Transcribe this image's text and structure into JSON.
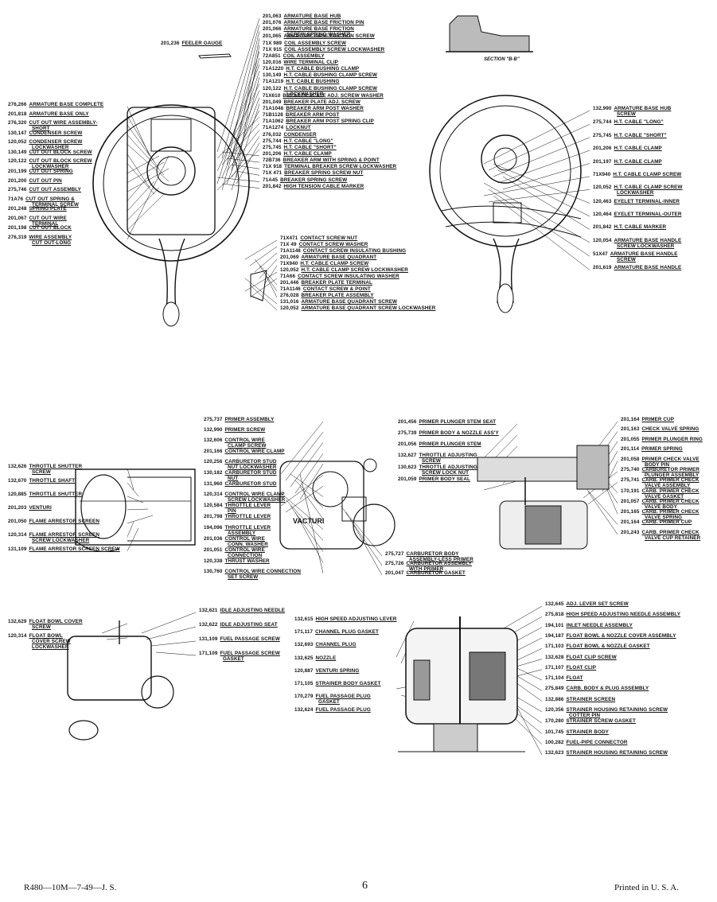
{
  "groups": {
    "feeler": [
      {
        "pn": "201,236",
        "desc": "FEELER GAUGE"
      }
    ],
    "mag_left": [
      {
        "pn": "276,266",
        "desc": "ARMATURE BASE COMPLETE"
      },
      {
        "pn": "201,818",
        "desc": "ARMATURE BASE ONLY"
      },
      {
        "pn": "276,320",
        "desc": "CUT OUT WIRE ASSEMBLY-",
        "desc2": "SHORT"
      },
      {
        "pn": "130,147",
        "desc": "CONDENSER SCREW"
      },
      {
        "pn": "120,052",
        "desc": "CONDENSER SCREW",
        "desc2": "LOCKWASHER"
      },
      {
        "pn": "130,149",
        "desc": "CUT OUT BLOCK SCREW"
      },
      {
        "pn": "120,122",
        "desc": "CUT OUT BLOCK SCREW",
        "desc2": "LOCKWASHER"
      },
      {
        "pn": "201,199",
        "desc": "CUT OUT SPRING"
      },
      {
        "pn": "201,200",
        "desc": "CUT OUT PIN"
      },
      {
        "pn": "275,746",
        "desc": "CUT OUT ASSEMBLY"
      },
      {
        "pn": "71A76",
        "desc": "CUT OUT SPRING &",
        "desc2": "TERMINAL SCREW"
      },
      {
        "pn": "201,248",
        "desc": "SPRING PLATE"
      },
      {
        "pn": "201,067",
        "desc": "CUT OUT WIRE",
        "desc2": "TERMINAL"
      },
      {
        "pn": "201,198",
        "desc": "CUT OUT BLOCK"
      },
      {
        "pn": "276,319",
        "desc": "WIRE ASSEMBLY",
        "desc2": "CUT OUT-LONG"
      }
    ],
    "mag_center": [
      {
        "pn": "201,063",
        "desc": "ARMATURE BASE HUB"
      },
      {
        "pn": "201,076",
        "desc": "ARMATURE BASE FRICTION PIN"
      },
      {
        "pn": "201,066",
        "desc": "ARMATURE BASE FRICTION",
        "desc2": "SCREW SPRING WASHER"
      },
      {
        "pn": "201,065",
        "desc": "ARMATURE BASE FRICTION SCREW"
      },
      {
        "pn": "71X 989",
        "desc": "COIL ASSEMBLY SCREW"
      },
      {
        "pn": "71X 915",
        "desc": "COIL ASSEMBLY SCREW LOCKWASHER"
      },
      {
        "pn": "72A851",
        "desc": "COIL ASSEMBLY"
      },
      {
        "pn": "120,016",
        "desc": "WIRE TERMINAL CLIP"
      },
      {
        "pn": "71A1220",
        "desc": "H.T. CABLE BUSHING CLAMP"
      },
      {
        "pn": "130,149",
        "desc": "H.T. CABLE BUSHING CLAMP SCREW"
      },
      {
        "pn": "71A1219",
        "desc": "H.T. CABLE BUSHING"
      },
      {
        "pn": "120,122",
        "desc": "H.T. CABLE BUSHING CLAMP SCREW",
        "desc2": "LOCKWASHER"
      },
      {
        "pn": "71X610",
        "desc": "BREAKER PLATE ADJ. SCREW WASHER"
      },
      {
        "pn": "201,049",
        "desc": "BREAKER PLATE ADJ. SCREW"
      },
      {
        "pn": "71A1048",
        "desc": "BREAKER ARM POST WASHER"
      },
      {
        "pn": "71B1128",
        "desc": "BREAKER ARM POST"
      },
      {
        "pn": "71A1062",
        "desc": "BREAKER ARM POST SPRING CLIP"
      },
      {
        "pn": "71A1274",
        "desc": "LOCKNUT"
      },
      {
        "pn": "276,032",
        "desc": "CONDENSER"
      },
      {
        "pn": "275,744",
        "desc": "H.T. CABLE \"LONG\""
      },
      {
        "pn": "275,745",
        "desc": "H.T. CABLE \"SHORT\""
      },
      {
        "pn": "201,206",
        "desc": "H.T. CABLE CLAMP"
      },
      {
        "pn": "72B736",
        "desc": "BREAKER ARM WITH SPRING & POINT"
      },
      {
        "pn": "71X 918",
        "desc": "TERMINAL BREAKER SCREW LOCKWASHER"
      },
      {
        "pn": "71X 471",
        "desc": "BREAKER SPRING SCREW NUT"
      },
      {
        "pn": "71A45",
        "desc": "BREAKER SPRING SCREW"
      },
      {
        "pn": "201,842",
        "desc": "HIGH TENSION CABLE MARKER"
      }
    ],
    "mag_center2": [
      {
        "pn": "71X471",
        "desc": "CONTACT SCREW NUT"
      },
      {
        "pn": "71X 49",
        "desc": "CONTACT SCREW WASHER"
      },
      {
        "pn": "71A1148",
        "desc": "CONTACT SCREW INSULATING BUSHING"
      },
      {
        "pn": "201,069",
        "desc": "ARMATURE BASE QUADRANT"
      },
      {
        "pn": "71X940",
        "desc": "H.T. CABLE CLAMP SCREW"
      },
      {
        "pn": "120,052",
        "desc": "H.T. CABLE CLAMP SCREW LOCKWASHER"
      },
      {
        "pn": "71A66",
        "desc": "CONTACT SCREW INSULATING WASHER"
      },
      {
        "pn": "201,446",
        "desc": "BREAKER PLATE TERMINAL"
      },
      {
        "pn": "71A1146",
        "desc": "CONTACT SCREW & POINT"
      },
      {
        "pn": "276,028",
        "desc": "BREAKER PLATE ASSEMBLY"
      },
      {
        "pn": "131,016",
        "desc": "ARMATURE BASE QUADRANT SCREW"
      },
      {
        "pn": "120,052",
        "desc": "ARMATURE BASE QUADRANT SCREW LOCKWASHER"
      }
    ],
    "mag_right": [
      {
        "pn": "132,990",
        "desc": "ARMATURE BASE HUB",
        "desc2": "SCREW"
      },
      {
        "pn": "275,744",
        "desc": "H.T. CABLE \"LONG\""
      },
      {
        "pn": "275,745",
        "desc": "H.T. CABLE \"SHORT\""
      },
      {
        "pn": "201,206",
        "desc": "H.T. CABLE CLAMP"
      },
      {
        "pn": "201,197",
        "desc": "H.T. CABLE CLAMP"
      },
      {
        "pn": "71X940",
        "desc": "H.T. CABLE CLAMP SCREW"
      },
      {
        "pn": "120,052",
        "desc": "H.T. CABLE CLAMP SCREW",
        "desc2": "LOCKWASHER"
      },
      {
        "pn": "120,463",
        "desc": "EYELET TERMINAL-INNER"
      },
      {
        "pn": "120,464",
        "desc": "EYELET TERMINAL-OUTER"
      },
      {
        "pn": "201,842",
        "desc": "H.T. CABLE MARKER"
      },
      {
        "pn": "120,054",
        "desc": "ARMATURE BASE HANDLE",
        "desc2": "SCREW LOCKWASHER"
      },
      {
        "pn": "51X47",
        "desc": "ARMATURE BASE HANDLE",
        "desc2": "SCREW"
      },
      {
        "pn": "201,619",
        "desc": "ARMATURE BASE HANDLE"
      }
    ],
    "carb_left": [
      {
        "pn": "132,626",
        "desc": "THROTTLE SHUTTER",
        "desc2": "SCREW"
      },
      {
        "pn": "132,670",
        "desc": "THROTTLE SHAFT"
      },
      {
        "pn": "120,885",
        "desc": "THROTTLE SHUTTER"
      },
      {
        "pn": "201,203",
        "desc": "VENTURI"
      },
      {
        "pn": "201,050",
        "desc": "FLAME ARRESTOR SCREEN"
      },
      {
        "pn": "120,314",
        "desc": "FLAME ARRESTOR SCREEN",
        "desc2": "SCREW LOCKWASHER"
      },
      {
        "pn": "131,109",
        "desc": "FLAME ARRESTOR SCREEN SCREW"
      }
    ],
    "carb_mid": [
      {
        "pn": "275,737",
        "desc": "PRIMER ASSEMBLY"
      },
      {
        "pn": "132,990",
        "desc": "PRIMER SCREW"
      },
      {
        "pn": "132,606",
        "desc": "CONTROL WIRE",
        "desc2": "CLAMP SCREW"
      },
      {
        "pn": "201,166",
        "desc": "CONTROL WIRE CLAMP"
      },
      {
        "pn": "120,256",
        "desc": "CARBURETOR STUD",
        "desc2": "NUT LOCKWASHER"
      },
      {
        "pn": "130,182",
        "desc": "CARBURETOR STUD",
        "desc2": "NUT"
      },
      {
        "pn": "131,960",
        "desc": "CARBURETOR STUD"
      },
      {
        "pn": "120,314",
        "desc": "CONTROL WIRE CLAMP",
        "desc2": "SCREW LOCKWASHER"
      },
      {
        "pn": "120,584",
        "desc": "THROTTLE LEVER",
        "desc2": "PIN"
      },
      {
        "pn": "201,798",
        "desc": "THROTTLE LEVER"
      },
      {
        "pn": "194,096",
        "desc": "THROTTLE LEVER",
        "desc2": "ASSEMBLY"
      },
      {
        "pn": "201,036",
        "desc": "CONTROL WIRE",
        "desc2": "CONN. WASHER"
      },
      {
        "pn": "201,051",
        "desc": "CONTROL WIRE",
        "desc2": "CONNECTION"
      },
      {
        "pn": "120,338",
        "desc": "THRUST WASHER"
      },
      {
        "pn": "130,760",
        "desc": "CONTROL WIRE CONNECTION",
        "desc2": "SET SCREW"
      }
    ],
    "carb_mid2": [
      {
        "pn": "275,727",
        "desc": "CARBURETOR BODY",
        "desc2": "ASSEMBLY-LESS PRIMER"
      },
      {
        "pn": "275,726",
        "desc": "CARBURETOR ASSEMBLY",
        "desc2": "WITH PRIMER"
      },
      {
        "pn": "201,047",
        "desc": "CARBURETOR GASKET"
      }
    ],
    "primer_left": [
      {
        "pn": "201,456",
        "desc": "PRIMER PLUNGER STEM SEAT"
      },
      {
        "pn": "275,739",
        "desc": "PRIMER BODY & NOZZLE ASS'Y"
      },
      {
        "pn": "201,056",
        "desc": "PRIMER PLUNGER STEM"
      },
      {
        "pn": "132,627",
        "desc": "THROTTLE ADJUSTING",
        "desc2": "SCREW"
      },
      {
        "pn": "130,623",
        "desc": "THROTTLE ADJUSTING",
        "desc2": "SCREW LOCK NUT"
      },
      {
        "pn": "201,059",
        "desc": "PRIMER BODY SEAL"
      }
    ],
    "primer_right": [
      {
        "pn": "201,164",
        "desc": "PRIMER CUP"
      },
      {
        "pn": "201,163",
        "desc": "CHECK VALVE SPRING"
      },
      {
        "pn": "201,055",
        "desc": "PRIMER PLUNGER RING"
      },
      {
        "pn": "201,114",
        "desc": "PRIMER SPRING"
      },
      {
        "pn": "201,058",
        "desc": "PRIMER CHECK VALVE",
        "desc2": "BODY PIN"
      },
      {
        "pn": "275,740",
        "desc": "CARBURETOR PRIMER",
        "desc2": "PLUNGER ASSEMBLY"
      },
      {
        "pn": "275,741",
        "desc": "CARB. PRIMER CHECK",
        "desc2": "VALVE ASSEMBLY"
      },
      {
        "pn": "170,191",
        "desc": "CARB. PRIMER CHECK",
        "desc2": "VALVE GASKET"
      },
      {
        "pn": "201,057",
        "desc": "CARB. PRIMER CHECK",
        "desc2": "VALVE BODY"
      },
      {
        "pn": "201,165",
        "desc": "CARB. PRIMER CHECK",
        "desc2": "VALVE SPRING"
      },
      {
        "pn": "201,164",
        "desc": "CARB. PRIMER CUP"
      },
      {
        "pn": "201,243",
        "desc": "CARB. PRIMER CHECK",
        "desc2": "VALVE CUP RETAINER"
      }
    ],
    "bowl_left": [
      {
        "pn": "132,629",
        "desc": "FLOAT BOWL COVER",
        "desc2": "SCREW"
      },
      {
        "pn": "120,314",
        "desc": "FLOAT BOWL",
        "desc2": "COVER SCREW",
        "desc3": "LOCKWASHER"
      }
    ],
    "bowl_mid": [
      {
        "pn": "132,621",
        "desc": "IDLE ADJUSTING NEEDLE"
      },
      {
        "pn": "132,622",
        "desc": "IDLE ADJUSTING SEAT"
      },
      {
        "pn": "131,109",
        "desc": "FUEL PASSAGE SCREW"
      },
      {
        "pn": "171,109",
        "desc": "FUEL PASSAGE SCREW",
        "desc2": "GASKET"
      }
    ],
    "float_left": [
      {
        "pn": "132,615",
        "desc": "HIGH SPEED ADJUSTING LEVER"
      },
      {
        "pn": "171,117",
        "desc": "CHANNEL PLUG GASKET"
      },
      {
        "pn": "132,693",
        "desc": "CHANNEL PLUG"
      },
      {
        "pn": "132,625",
        "desc": "NOZZLE"
      },
      {
        "pn": "120,887",
        "desc": "VENTURI SPRING"
      },
      {
        "pn": "171,105",
        "desc": "STRAINER BODY GASKET"
      },
      {
        "pn": "170,279",
        "desc": "FUEL PASSAGE PLUG",
        "desc2": "GASKET"
      },
      {
        "pn": "132,624",
        "desc": "FUEL PASSAGE PLUG"
      }
    ],
    "float_right": [
      {
        "pn": "132,645",
        "desc": "ADJ. LEVER SET SCREW"
      },
      {
        "pn": "275,818",
        "desc": "HIGH SPEED ADJUSTING NEEDLE ASSEMBLY"
      },
      {
        "pn": "194,101",
        "desc": "INLET NEEDLE ASSEMBLY"
      },
      {
        "pn": "194,187",
        "desc": "FLOAT BOWL & NOZZLE COVER ASSEMBLY"
      },
      {
        "pn": "171,103",
        "desc": "FLOAT BOWL & NOZZLE GASKET"
      },
      {
        "pn": "132,628",
        "desc": "FLOAT CLIP SCREW"
      },
      {
        "pn": "171,107",
        "desc": "FLOAT CLIP"
      },
      {
        "pn": "171,104",
        "desc": "FLOAT"
      },
      {
        "pn": "275,849",
        "desc": "CARB. BODY & PLUG ASSEMBLY"
      },
      {
        "pn": "132,886",
        "desc": "STRAINER SCREEN"
      },
      {
        "pn": "120,356",
        "desc": "STRAINER HOUSING RETAINING SCREW",
        "desc2": "COTTER PIN"
      },
      {
        "pn": "170,280",
        "desc": "STRAINER SCREW GASKET"
      },
      {
        "pn": "101,745",
        "desc": "STRAINER BODY"
      },
      {
        "pn": "100,282",
        "desc": "FUEL-PIPE CONNECTOR"
      },
      {
        "pn": "132,623",
        "desc": "STRAINER HOUSING RETAINING SCREW"
      }
    ]
  },
  "captions": {
    "section": "SECTION \"B-B\"",
    "venturi": "VACTURI"
  },
  "footer": {
    "left": "R480—10M—7-49—J. S.",
    "page": "6",
    "right": "Printed in U. S. A."
  }
}
